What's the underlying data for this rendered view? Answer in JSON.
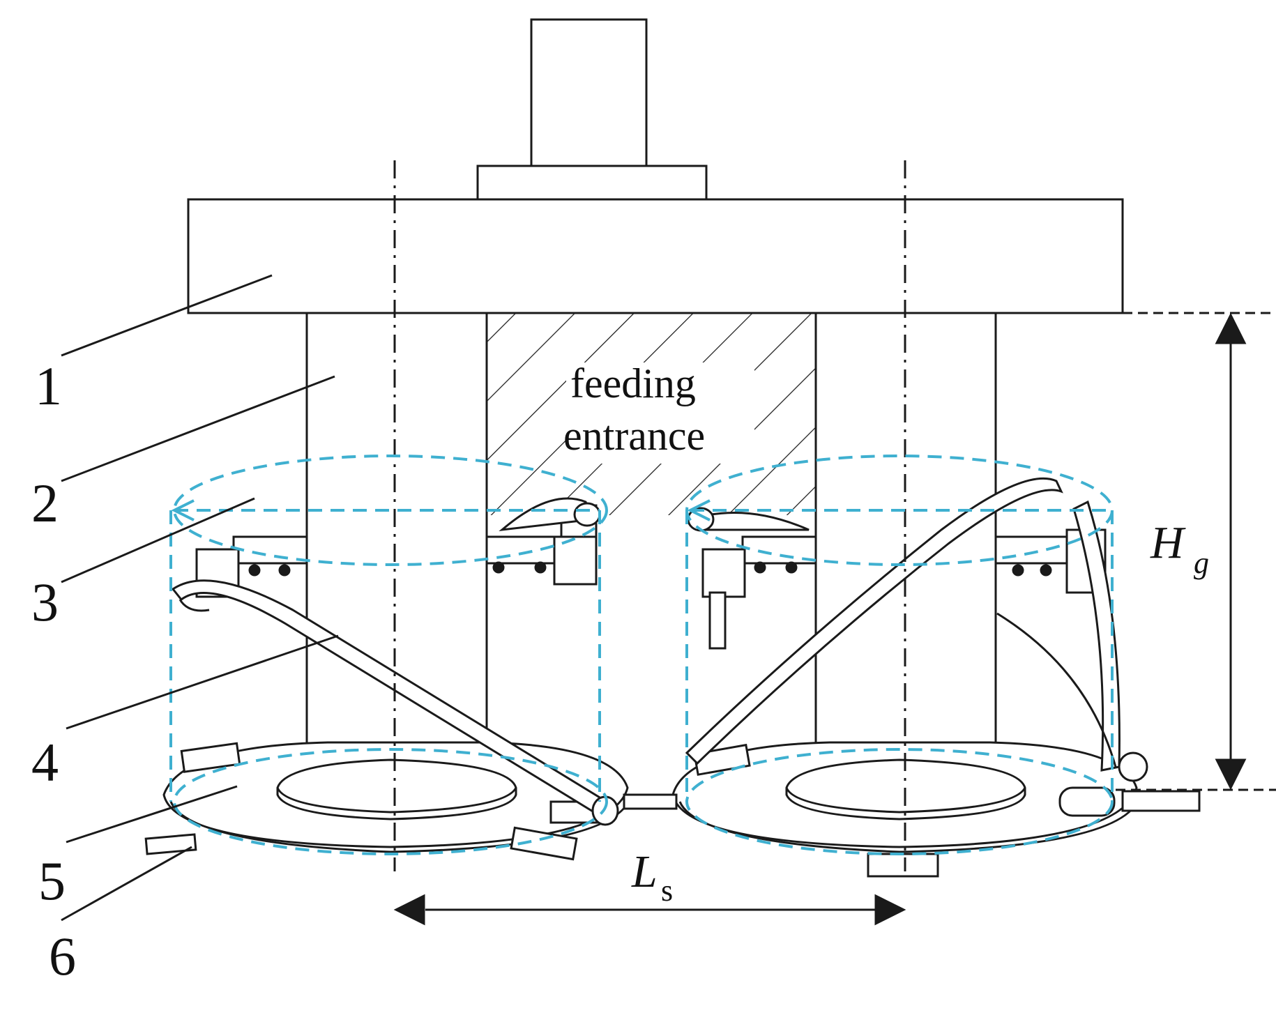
{
  "figure": {
    "callouts": [
      "1",
      "2",
      "3",
      "4",
      "5",
      "6"
    ],
    "feeding_label_line1": "feeding",
    "feeding_label_line2": "entrance",
    "dim_height_symbol": "H",
    "dim_height_subscript": "g",
    "dim_spacing_symbol": "L",
    "dim_spacing_subscript": "s"
  },
  "colors": {
    "line": "#1a1a1a",
    "flow_path": "#3fb0d0",
    "background": "#ffffff"
  }
}
